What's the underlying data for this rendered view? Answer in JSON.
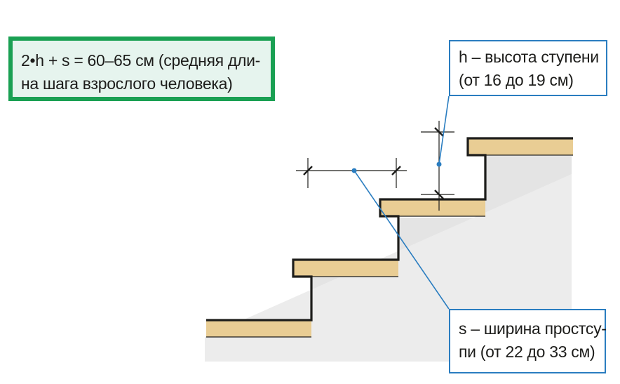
{
  "formula": {
    "line1": "2•h + s = 60–65 см (средняя дли-",
    "line2": "на шага взрослого человека)"
  },
  "height_callout": {
    "line1": "h – высота ступени",
    "line2": "(от 16 до 19 см)"
  },
  "width_callout": {
    "line1": "s – ширина простсу-",
    "line2": "пи (от 22 до 33 см)"
  },
  "colors": {
    "tread": "#e9cd94",
    "outline": "#1d1d1b",
    "shadow": "#e4e4e4",
    "leader": "#2a7dc0",
    "formula_border": "#1aa053",
    "formula_bg": "#e6f4ee"
  }
}
